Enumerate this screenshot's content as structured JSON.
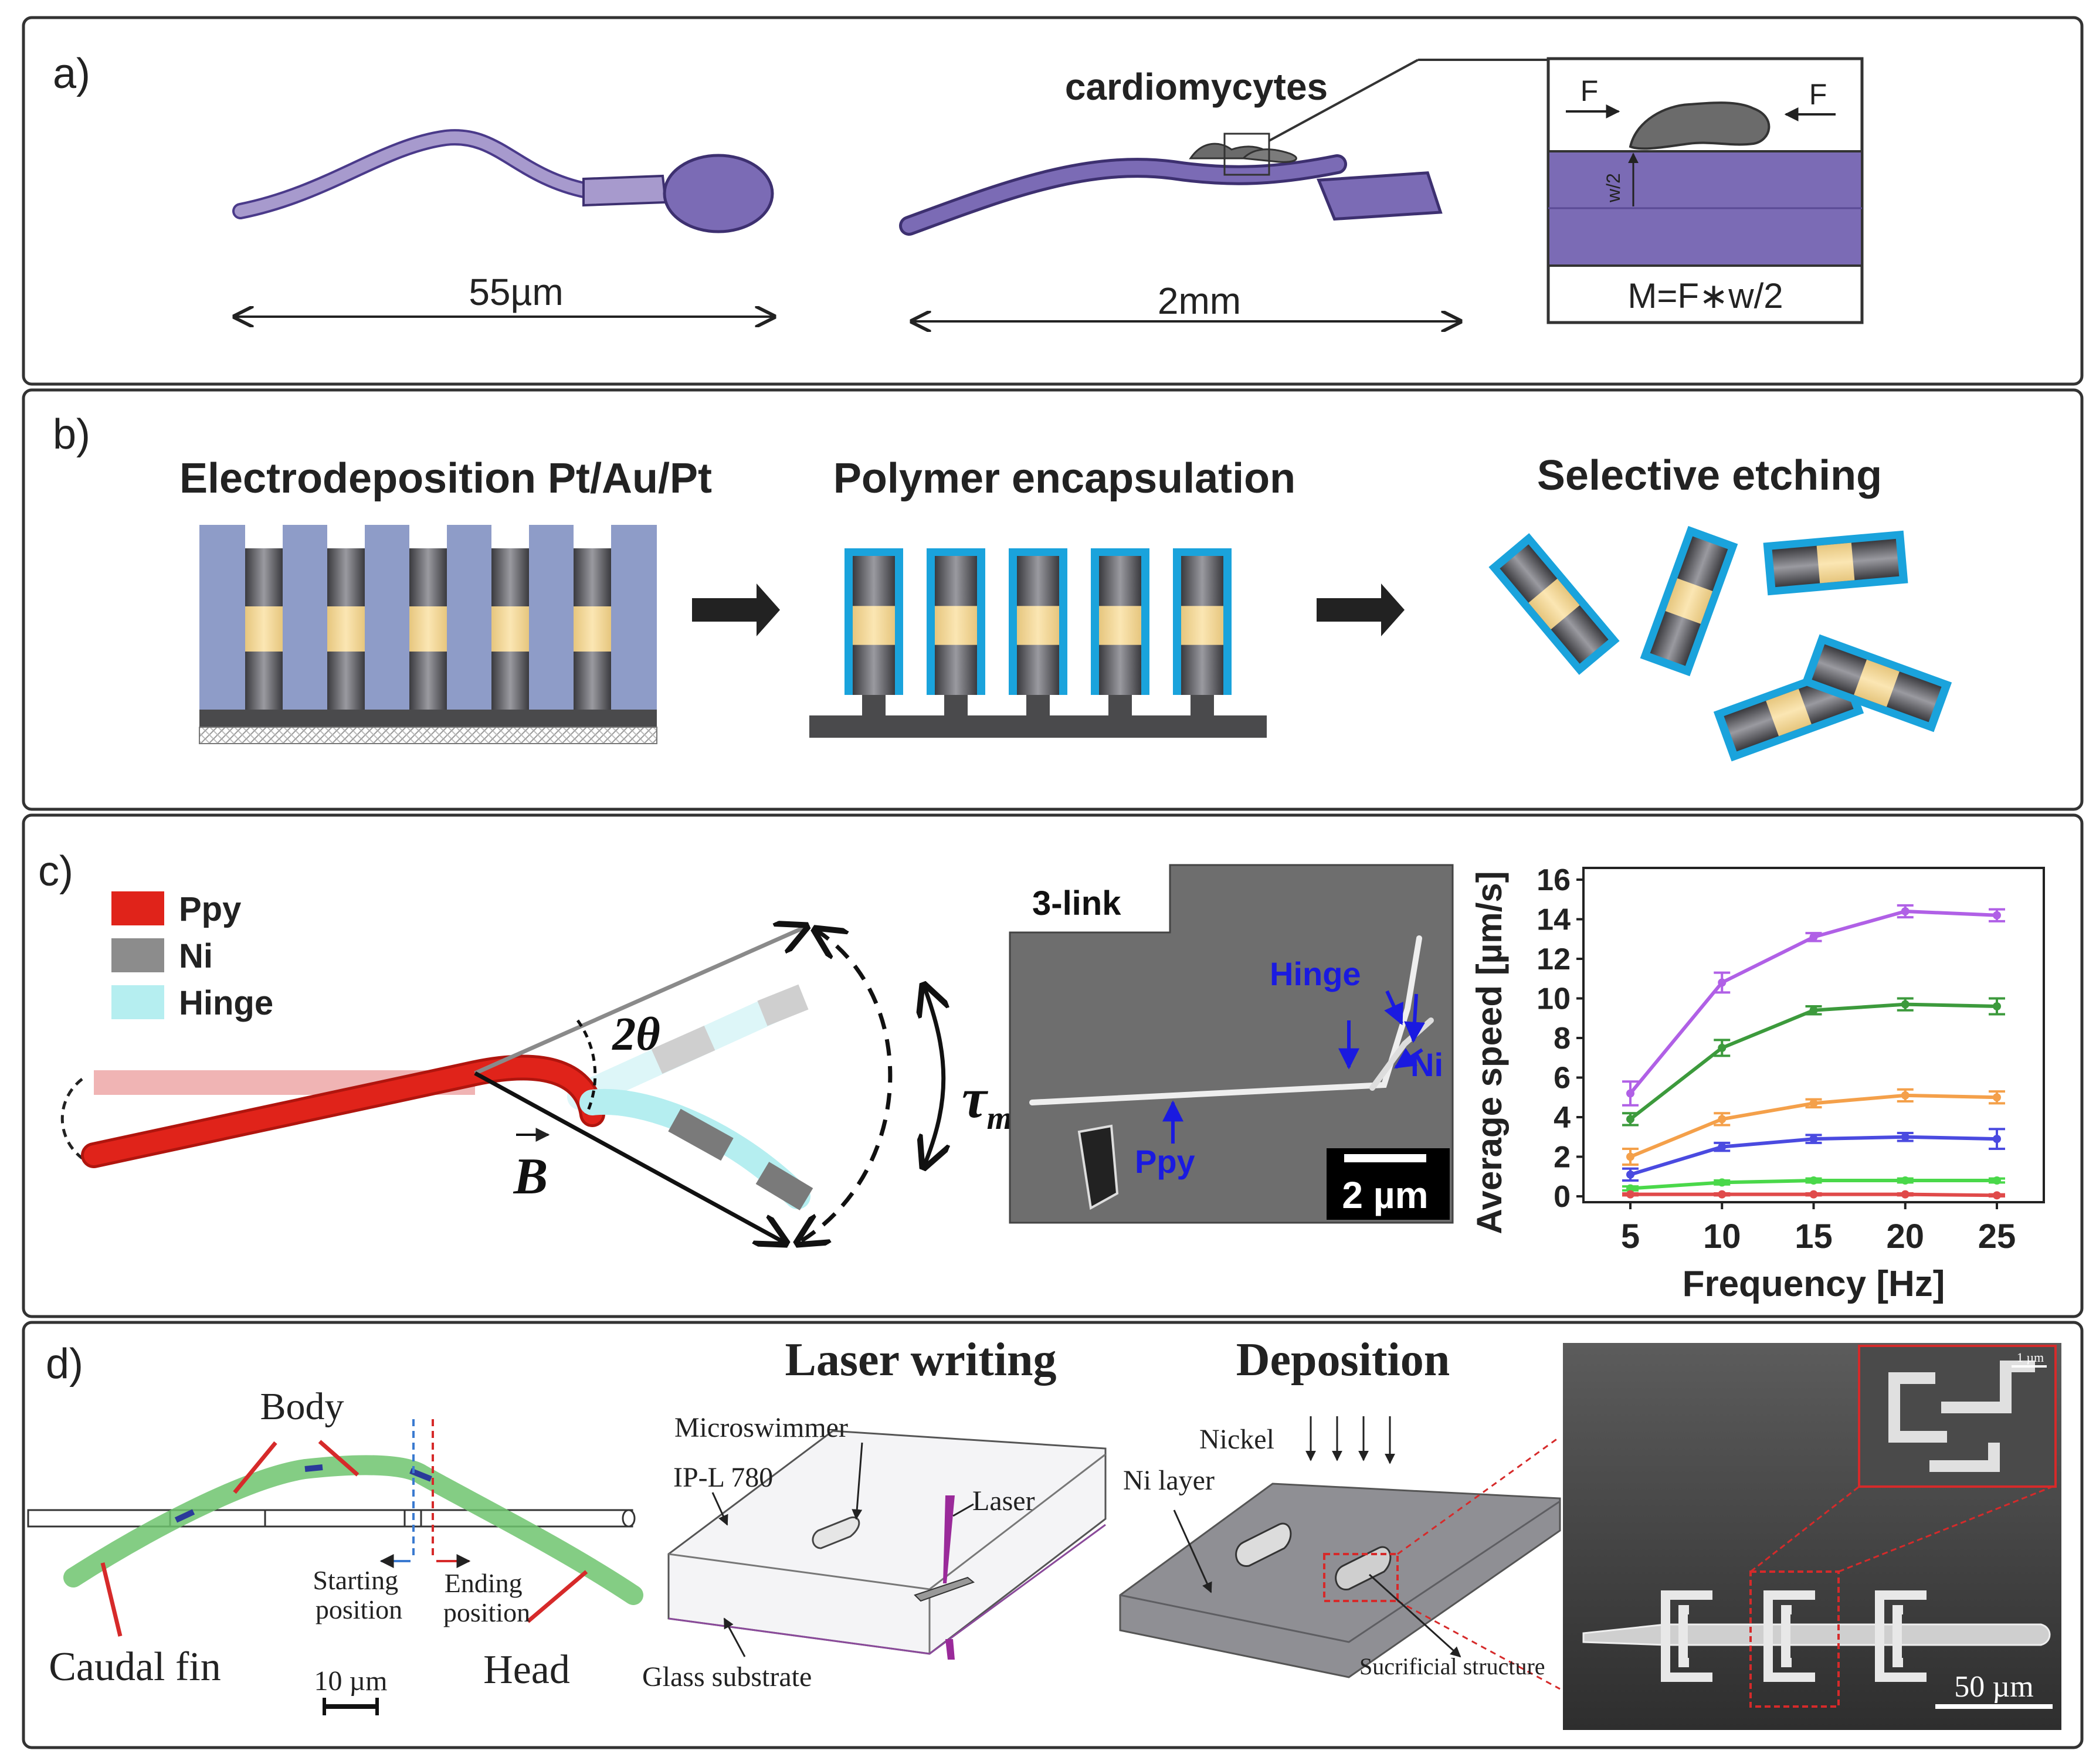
{
  "panel_a": {
    "label": "a)",
    "length_sperm": "55µm",
    "label_cardio": "cardiomycytes",
    "length_robot": "2mm",
    "force_left": "F",
    "force_right": "F",
    "half_width": "w/2",
    "moment_formula": "M=F∗w/2",
    "colors": {
      "body": "#7b6bb5",
      "tail": "#a79acd",
      "cell": "#6b6b6b"
    }
  },
  "panel_b": {
    "label": "b)",
    "step1": "Electrodeposition Pt/Au/Pt",
    "step2": "Polymer encapsulation",
    "step3": "Selective etching",
    "colors": {
      "template": "#8e9cc8",
      "gold": "#f2d79a",
      "shell": "#1aa3dc",
      "rod": "#5a5a5e"
    }
  },
  "panel_c": {
    "label": "c)",
    "legend": [
      {
        "name": "Ppy",
        "color": "#e0231a"
      },
      {
        "name": "Ni",
        "color": "#8c8c8c"
      },
      {
        "name": "Hinge",
        "color": "#b5eef0"
      }
    ],
    "angle_label": "2θ",
    "tau_label": "τ",
    "tau_sub": "m",
    "b_label": "B",
    "sem": {
      "title": "3-link",
      "hinge": "Hinge",
      "ni": "Ni",
      "ppy": "Ppy",
      "scale": "2 µm"
    }
  },
  "chart_data": {
    "type": "line",
    "x": [
      5,
      10,
      15,
      20,
      25
    ],
    "series": [
      {
        "values": [
          5.2,
          10.8,
          13.1,
          14.4,
          14.2
        ],
        "error": [
          0.6,
          0.5,
          0.2,
          0.3,
          0.3
        ],
        "color": "#b060e6"
      },
      {
        "values": [
          3.9,
          7.5,
          9.4,
          9.7,
          9.6
        ],
        "error": [
          0.3,
          0.4,
          0.2,
          0.3,
          0.4
        ],
        "color": "#3c9a3c"
      },
      {
        "values": [
          2.0,
          3.9,
          4.7,
          5.1,
          5.0
        ],
        "error": [
          0.4,
          0.3,
          0.2,
          0.3,
          0.3
        ],
        "color": "#f4a04a"
      },
      {
        "values": [
          1.1,
          2.5,
          2.9,
          3.0,
          2.9
        ],
        "error": [
          0.3,
          0.2,
          0.2,
          0.2,
          0.5
        ],
        "color": "#4a4ae0"
      },
      {
        "values": [
          0.4,
          0.7,
          0.8,
          0.8,
          0.8
        ],
        "error": [
          0.1,
          0.1,
          0.1,
          0.1,
          0.1
        ],
        "color": "#4ad84a"
      },
      {
        "values": [
          0.1,
          0.1,
          0.1,
          0.1,
          0.05
        ],
        "error": [
          0.05,
          0.05,
          0.05,
          0.05,
          0.05
        ],
        "color": "#e04a4a"
      }
    ],
    "xlabel": "Frequency [Hz]",
    "ylabel": "Average speed  [µm/s]",
    "xlim": [
      5,
      25
    ],
    "ylim": [
      0,
      16
    ],
    "xticks": [
      5,
      10,
      15,
      20,
      25
    ],
    "yticks": [
      0,
      2,
      4,
      6,
      8,
      10,
      12,
      14,
      16
    ]
  },
  "panel_d": {
    "label": "d)",
    "body": "Body",
    "starting": "Starting\nposition",
    "ending": "Ending\nposition",
    "caudal": "Caudal fin",
    "head": "Head",
    "scale_small": "10 µm",
    "laser_title": "Laser writing",
    "microswimmer": "Microswimmer",
    "ipl": "IP-L 780",
    "laser": "Laser",
    "glass": "Glass substrate",
    "deposition_title": "Deposition",
    "nickel": "Nickel",
    "ni_layer": "Ni layer",
    "sacrificial": "Sucrificial structure",
    "scale_sem": "50 µm",
    "scale_inset": "1 µm",
    "colors": {
      "body": "#6fc46f",
      "link": "#2a3a9a",
      "marker": "#d62a2a"
    }
  }
}
